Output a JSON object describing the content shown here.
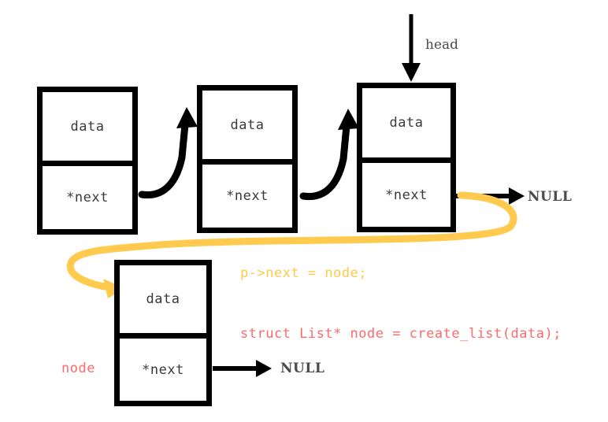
{
  "diagram": {
    "title": "singly linked list node append diagram",
    "colors": {
      "stroke": "#000000",
      "text": "#3a3a3a",
      "red": "#ff6a6a",
      "yellow": "#ffca4d",
      "background": "#ffffff"
    },
    "nodes": [
      {
        "id": "node1",
        "data_label": "data",
        "next_label": "*next"
      },
      {
        "id": "node2",
        "data_label": "data",
        "next_label": "*next"
      },
      {
        "id": "node3",
        "data_label": "data",
        "next_label": "*next"
      },
      {
        "id": "node_new",
        "data_label": "data",
        "next_label": "*next"
      }
    ],
    "labels": {
      "head": "head",
      "null_top": "NULL",
      "null_bottom": "NULL",
      "node_name": "node"
    },
    "code": {
      "yellow_statement": "p->next = node;",
      "red_statement": "struct List* node = create_list(data);"
    },
    "arrows": [
      {
        "id": "head-arrow",
        "kind": "straight-down",
        "label": "head"
      },
      {
        "id": "node1-to-node2",
        "kind": "curved-up-right"
      },
      {
        "id": "node2-to-node3",
        "kind": "curved-up-right"
      },
      {
        "id": "node3-to-null",
        "kind": "straight-right",
        "target": "NULL"
      },
      {
        "id": "new-node-to-null",
        "kind": "straight-right",
        "target": "NULL"
      },
      {
        "id": "node3-to-new-node",
        "kind": "yellow-loop-back",
        "color": "#ffca4d"
      }
    ]
  }
}
